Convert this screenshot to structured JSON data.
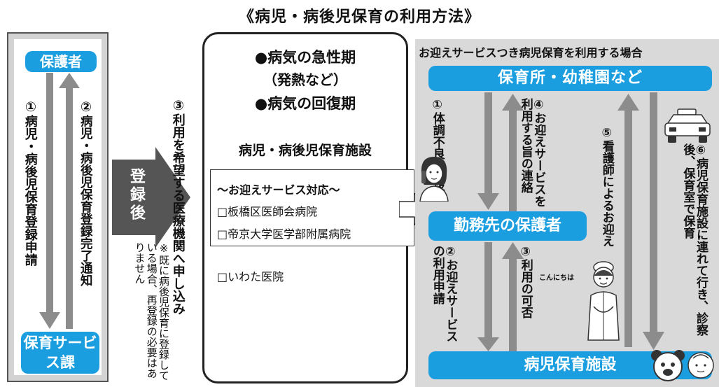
{
  "title": "《病児・病後児保育の利用方法》",
  "left": {
    "guardian": "保護者",
    "service_dept": "保育サービス課",
    "step1_num": "①",
    "step1_text": "病児・病後児保育登録申請",
    "step2_num": "②",
    "step2_text": "病児・病後児保育登録完了通知"
  },
  "middle": {
    "after_registration": "登録後",
    "step3_num": "③",
    "step3_text": "利用を希望する医療機関へ申し込み",
    "note": "※既に病後児保育に登録している場合、再登録の必要はありません"
  },
  "center": {
    "acute": "●病気の急性期",
    "fever": "（発熱など）",
    "recovery": "●病気の回復期",
    "facility_heading": "病児・病後児保育施設",
    "pickup_service": "～お迎えサービス対応～",
    "hospital1": "□板橋区医師会病院",
    "hospital2": "□帝京大学医学部附属病院",
    "hospital3": "□いわた医院"
  },
  "right": {
    "heading": "お迎えサービスつき病児保育を利用する場合",
    "nursery": "保育所・幼稚園など",
    "workplace_guardian": "勤務先の保護者",
    "sick_child_facility": "病児保育施設",
    "r1": "①体調不良の連絡",
    "r4": "④お迎えサービスを利用する旨の連絡",
    "r5": "⑤看護師によるお迎え",
    "r6": "⑥病児保育施設に連れて行き、診察後、保育室で保育",
    "r2": "②お迎えサービスの利用申請",
    "r3": "③利用の可否",
    "greeting": "こんにちは"
  },
  "colors": {
    "accent_blue": "#1a9ee0",
    "arrow_gray": "#8c8c8c",
    "panel_gray": "#d9d9d9",
    "dark_arrow": "#555555"
  },
  "icons": [
    "phone-woman-icon",
    "nurse-icon",
    "taxi-icon",
    "bear-icon",
    "baby-icon"
  ]
}
